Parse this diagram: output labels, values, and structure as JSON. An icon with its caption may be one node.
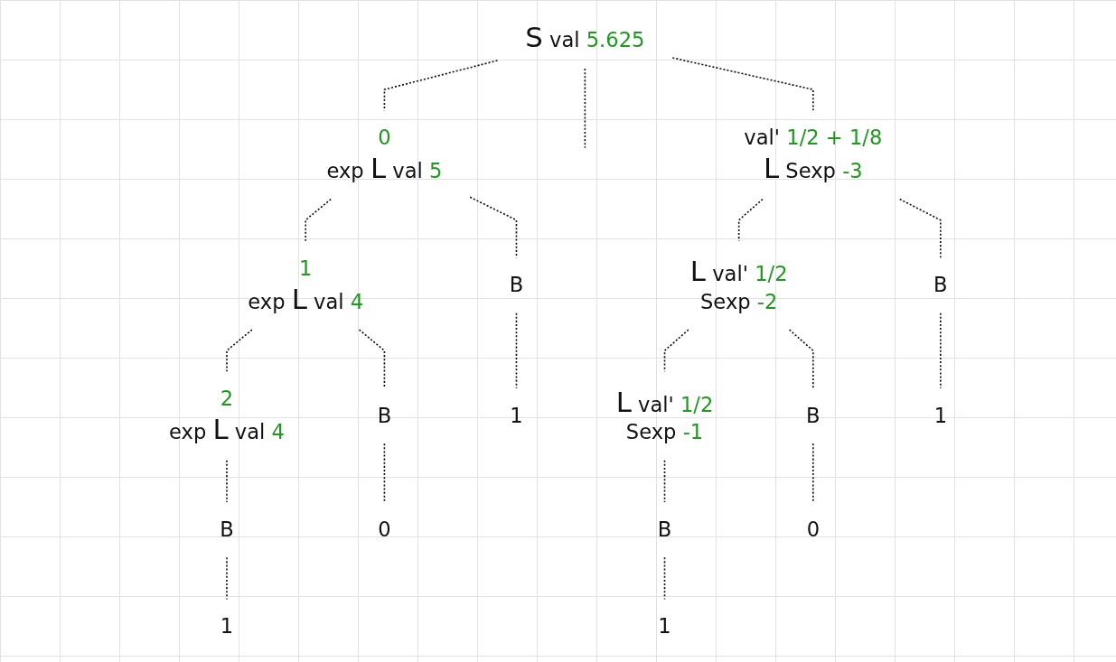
{
  "diagram": {
    "nodes": [
      {
        "text": [
          "S"
        ],
        "beside": [
          "val",
          "5.625"
        ]
      },
      {
        "text": [
          "L"
        ],
        "beside": [
          "0",
          "exp",
          "val",
          "5"
        ]
      },
      {
        "text": [
          "L"
        ],
        "beside": [
          "val'",
          "1/2 + 1/8",
          "Sexp",
          "-3"
        ]
      },
      {
        "text": [
          "L"
        ],
        "beside": [
          "1",
          "exp",
          "val",
          "4"
        ]
      },
      {
        "text": [
          "B"
        ]
      },
      {
        "text": [
          "L"
        ],
        "beside": [
          "val'",
          "1/2",
          "Sexp",
          "-2"
        ]
      },
      {
        "text": [
          "B"
        ]
      },
      {
        "text": [
          "1"
        ]
      },
      {
        "text": [
          "1"
        ]
      },
      {
        "text": [
          "L"
        ],
        "beside": [
          "2",
          "exp",
          "val",
          "4"
        ]
      },
      {
        "text": [
          "B"
        ]
      },
      {
        "text": [
          "B"
        ]
      },
      {
        "text": [
          "L"
        ],
        "beside": [
          "val'",
          "1/2",
          "Sexp",
          "-1"
        ]
      },
      {
        "text": [
          "0"
        ]
      },
      {
        "text": [
          "0"
        ]
      },
      {
        "text": [
          "B"
        ]
      },
      {
        "text": [
          "B"
        ]
      },
      {
        "text": [
          "1"
        ]
      },
      {
        "text": [
          "1"
        ]
      }
    ],
    "edges": [
      {
        "from": 0,
        "to": 1,
        "arrow": "none",
        "style": "dashed"
      },
      {
        "from": 0,
        "to": null,
        "arrow": "none",
        "style": "dashed"
      },
      {
        "from": 0,
        "to": 2,
        "arrow": "none",
        "style": "dashed"
      },
      {
        "from": 1,
        "to": 3,
        "arrow": "none",
        "style": "dashed"
      },
      {
        "from": 1,
        "to": 4,
        "arrow": "none",
        "style": "dashed"
      },
      {
        "from": 4,
        "to": 7,
        "arrow": "none",
        "style": "dashed"
      },
      {
        "from": 2,
        "to": 5,
        "arrow": "none",
        "style": "dashed"
      },
      {
        "from": 2,
        "to": 6,
        "arrow": "none",
        "style": "dashed"
      },
      {
        "from": 6,
        "to": 8,
        "arrow": "none",
        "style": "dashed"
      },
      {
        "from": 3,
        "to": 9,
        "arrow": "none",
        "style": "dashed"
      },
      {
        "from": 3,
        "to": 10,
        "arrow": "none",
        "style": "dashed"
      },
      {
        "from": 10,
        "to": 13,
        "arrow": "none",
        "style": "dashed"
      },
      {
        "from": 5,
        "to": 12,
        "arrow": "none",
        "style": "dashed"
      },
      {
        "from": 5,
        "to": 11,
        "arrow": "none",
        "style": "dashed"
      },
      {
        "from": 11,
        "to": 14,
        "arrow": "none",
        "style": "dashed"
      },
      {
        "from": 9,
        "to": 15,
        "arrow": "none",
        "style": "dashed"
      },
      {
        "from": 15,
        "to": 18,
        "arrow": "none",
        "style": "dashed"
      },
      {
        "from": 12,
        "to": 16,
        "arrow": "none",
        "style": "dashed"
      },
      {
        "from": 16,
        "to": 17,
        "arrow": "none",
        "style": "dashed"
      }
    ]
  }
}
